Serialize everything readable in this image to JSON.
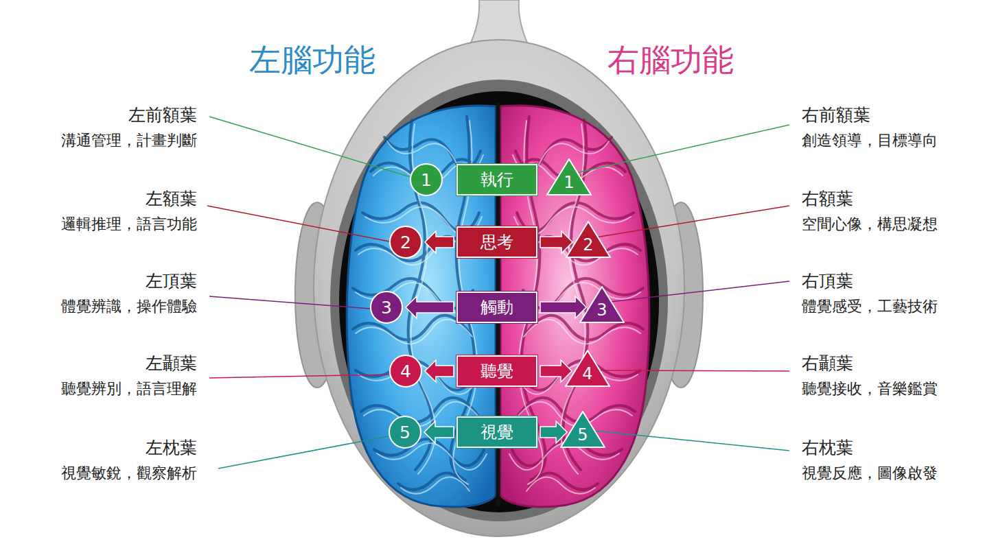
{
  "diagram": {
    "nodes": [
      {
        "text": [
          "1"
        ]
      },
      {
        "text": [
          "執行"
        ]
      },
      {
        "text": [
          "1"
        ]
      },
      {
        "text": [
          "2"
        ]
      },
      {
        "text": [
          "思考"
        ]
      },
      {
        "text": [
          "2"
        ]
      },
      {
        "text": [
          "3"
        ]
      },
      {
        "text": [
          "觸動"
        ]
      },
      {
        "text": [
          "3"
        ]
      },
      {
        "text": [
          "4"
        ]
      },
      {
        "text": [
          "聽覺"
        ]
      },
      {
        "text": [
          "4"
        ]
      },
      {
        "text": [
          "5"
        ]
      },
      {
        "text": [
          "視覺"
        ]
      },
      {
        "text": [
          "5"
        ]
      }
    ],
    "edges": [
      {
        "from": 4,
        "to": 3,
        "arrow": "to"
      },
      {
        "from": 4,
        "to": 5,
        "arrow": "to"
      },
      {
        "from": 7,
        "to": 6,
        "arrow": "to"
      },
      {
        "from": 7,
        "to": 8,
        "arrow": "to"
      },
      {
        "from": 10,
        "to": 9,
        "arrow": "to"
      },
      {
        "from": 10,
        "to": 11,
        "arrow": "to"
      },
      {
        "from": 13,
        "to": 12,
        "arrow": "to"
      },
      {
        "from": 13,
        "to": 14,
        "arrow": "to"
      }
    ],
    "labels": [
      "左腦功能",
      "右腦功能",
      "左前額葉",
      "溝通管理，計畫判斷",
      "右前額葉",
      "創造領導，目標導向",
      "左額葉",
      "邏輯推理，語言功能",
      "右額葉",
      "空間心像，構思凝想",
      "左頂葉",
      "體覺辨識，操作體驗",
      "右頂葉",
      "體覺感受，工藝技術",
      "左顳葉",
      "聽覺辨別，語言理解",
      "右顳葉",
      "聽覺接收，音樂鑑賞",
      "左枕葉",
      "視覺敏銳，觀察解析",
      "右枕葉",
      "視覺反應，圖像啟發"
    ]
  }
}
